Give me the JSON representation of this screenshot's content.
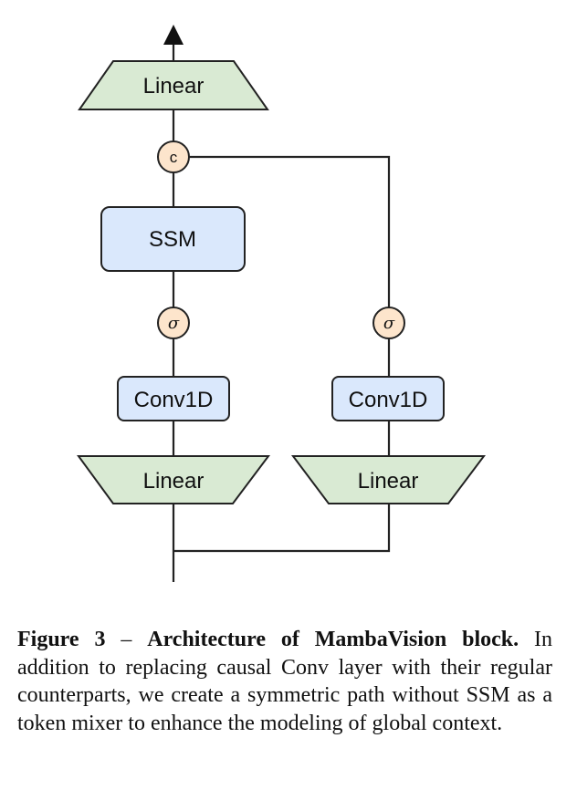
{
  "diagram": {
    "top_linear": "Linear",
    "concat_op": "c",
    "ssm": "SSM",
    "left_sigma": "σ",
    "right_sigma": "σ",
    "left_conv": "Conv1D",
    "right_conv": "Conv1D",
    "left_linear": "Linear",
    "right_linear": "Linear",
    "colors": {
      "linear_fill": "#d9ead3",
      "blue_fill": "#dae8fc",
      "op_fill": "#fde5cc",
      "stroke": "#222222"
    }
  },
  "caption": {
    "figure_label": "Figure 3",
    "dash": " – ",
    "title": "Architecture of MambaVision block.",
    "body": " In addition to replacing causal Conv layer with their regular counterparts, we create a symmetric path without SSM as a token mixer to enhance the modeling of global context."
  }
}
